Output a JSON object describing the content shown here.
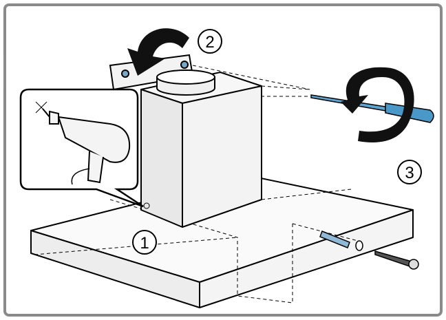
{
  "steps": [
    {
      "label": "1"
    },
    {
      "label": "2"
    },
    {
      "label": "3"
    }
  ],
  "colors": {
    "frame": "#8a8a8a",
    "line": "#000000",
    "fill": "#f2f2f2",
    "screwdriver": "#4a98c8",
    "arrow": "#111111"
  }
}
